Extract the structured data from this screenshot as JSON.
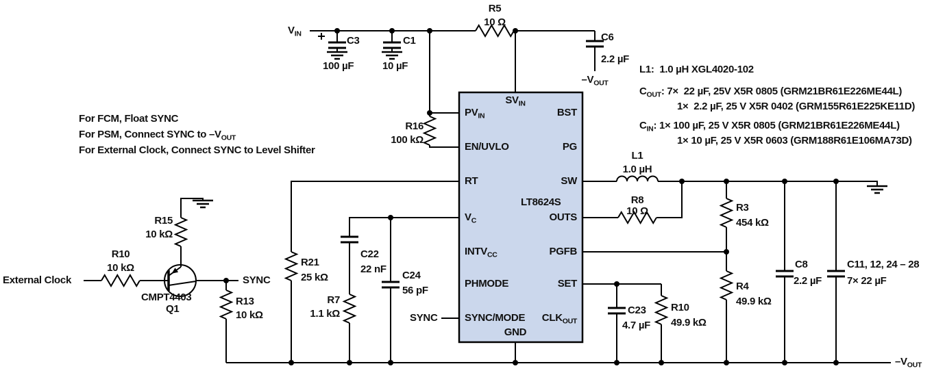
{
  "colors": {
    "wire": "#000000",
    "chip_fill": "#cbd7ec",
    "background": "#ffffff",
    "text": "#111111"
  },
  "power_labels": {
    "vin": {
      "pre": "V",
      "sub": "IN"
    },
    "minus_vout_c6": {
      "pre": "–V",
      "sub": "OUT"
    },
    "minus_vout_rail": {
      "pre": "–V",
      "sub": "OUT"
    }
  },
  "net_labels": {
    "external_clock": "External Clock",
    "sync_transistor": "SYNC",
    "sync_chip": "SYNC"
  },
  "components": {
    "c3": {
      "name": "C3",
      "value": "100 µF",
      "polarity": "+"
    },
    "c1": {
      "name": "C1",
      "value": "10 µF"
    },
    "r5": {
      "name": "R5",
      "value": "10 Ω"
    },
    "c6": {
      "name": "C6",
      "value": "2.2 µF"
    },
    "r16": {
      "name": "R16",
      "value": "100 kΩ"
    },
    "r10_left": {
      "name": "R10",
      "value": "10 kΩ"
    },
    "r15": {
      "name": "R15",
      "value": "10 kΩ"
    },
    "q1": {
      "part": "CMPT4403",
      "ref": "Q1"
    },
    "r13": {
      "name": "R13",
      "value": "10 kΩ"
    },
    "r21": {
      "name": "R21",
      "value": "25 kΩ"
    },
    "c22": {
      "name": "C22",
      "value": "22 nF"
    },
    "c24": {
      "name": "C24",
      "value": "56 pF"
    },
    "r7": {
      "name": "R7",
      "value": "1.1 kΩ"
    },
    "l1": {
      "name": "L1",
      "value": "1.0 µH"
    },
    "r8": {
      "name": "R8",
      "value": "10 Ω"
    },
    "r3": {
      "name": "R3",
      "value": "454 kΩ"
    },
    "r4": {
      "name": "R4",
      "value": "49.9 kΩ"
    },
    "c23": {
      "name": "C23",
      "value": "4.7 µF"
    },
    "r10_right": {
      "name": "R10",
      "value": "49.9 kΩ"
    },
    "c8": {
      "name": "C8",
      "value": "2.2 µF"
    },
    "c11": {
      "name": "C11, 12, 24 – 28",
      "value": "7× 22 µF"
    }
  },
  "chip": {
    "name": "LT8624S",
    "pins": {
      "svin": {
        "pre": "SV",
        "sub": "IN"
      },
      "pvin": {
        "pre": "PV",
        "sub": "IN"
      },
      "en_uvlo": "EN/UVLO",
      "rt": "RT",
      "vc": {
        "pre": "V",
        "sub": "C"
      },
      "intvcc": {
        "pre": "INTV",
        "sub": "CC"
      },
      "phmode": "PHMODE",
      "sync_mode": "SYNC/MODE",
      "gnd": "GND",
      "bst": "BST",
      "pg": "PG",
      "sw": "SW",
      "outs": "OUTS",
      "pgfb": "PGFB",
      "set": "SET",
      "clkout": {
        "pre": "CLK",
        "sub": "OUT"
      }
    }
  },
  "instructions": [
    {
      "pre": "For FCM, Float SYNC",
      "sub": "",
      "post": ""
    },
    {
      "pre": "For PSM, Connect SYNC to –V",
      "sub": "OUT",
      "post": ""
    },
    {
      "pre": "For External Clock, Connect SYNC to Level Shifter",
      "sub": "",
      "post": ""
    }
  ],
  "notes": {
    "l1": "L1:  1.0 µH XGL4020-102",
    "cout": {
      "pre": "C",
      "sub": "OUT",
      "post": ": 7×  22 µF, 25V X5R 0805 (GRM21BR61E226ME44L)"
    },
    "cout2": "1×  2.2 µF, 25 V X5R 0402 (GRM155R61E225KE11D)",
    "cin": {
      "pre": "C",
      "sub": "IN",
      "post": ": 1× 100 µF, 25 V X5R 0805 (GRM21BR61E226ME44L)"
    },
    "cin2": "1× 10 µF, 25 V X5R 0603 (GRM188R61E106MA73D)"
  }
}
